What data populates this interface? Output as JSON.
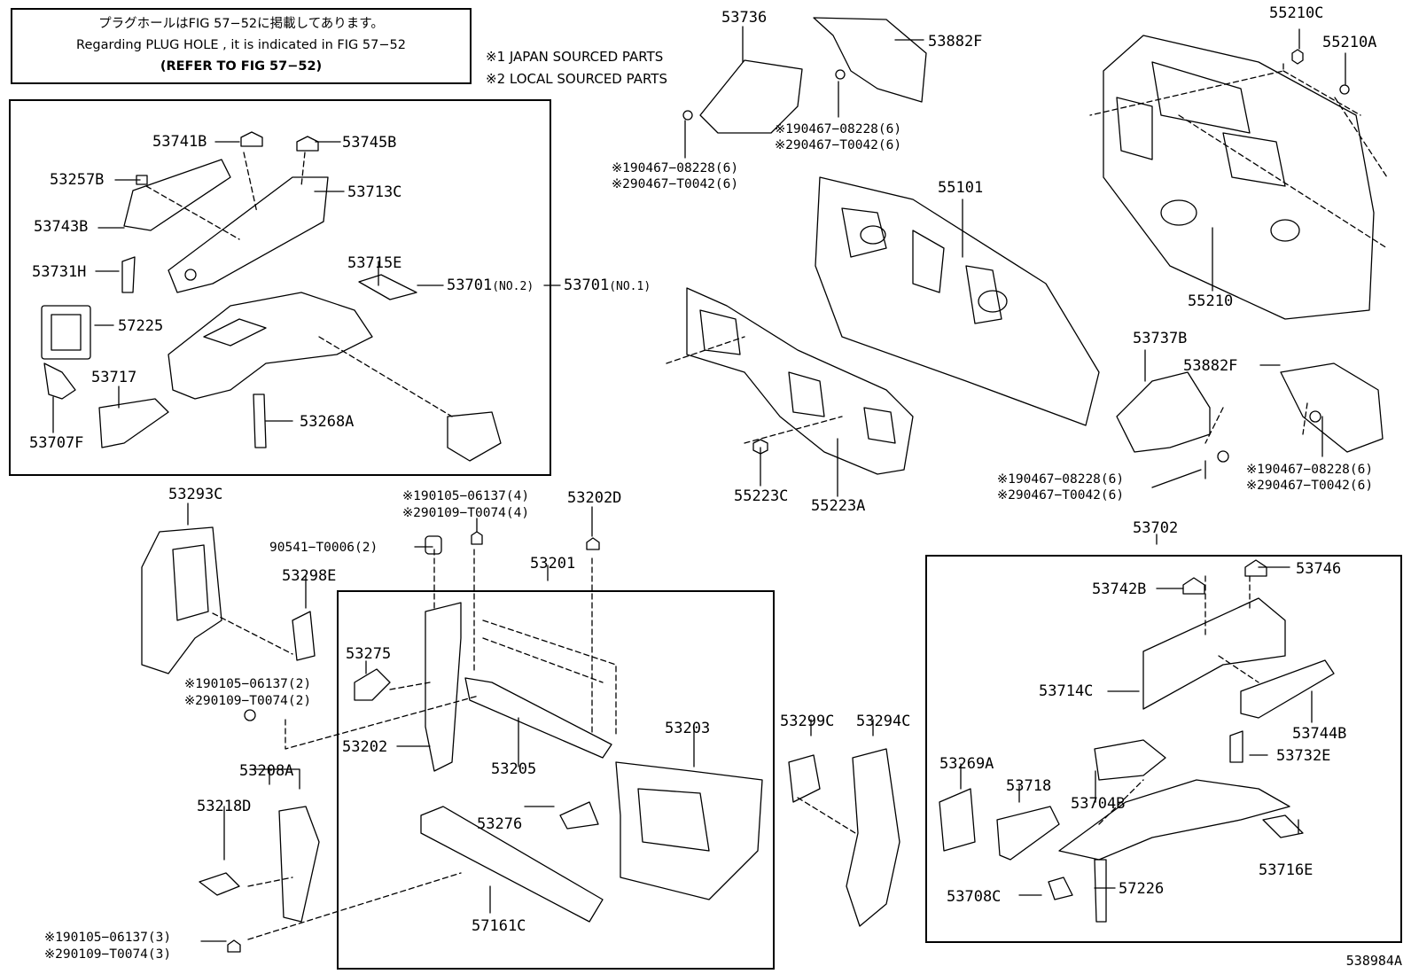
{
  "notes": {
    "line1": "プラグホールはFIG 57−52に掲載してあります。",
    "line2": "Regarding  PLUG  HOLE , it is indicated in FIG  57−52",
    "line3": "(REFER TO FIG 57−52)"
  },
  "legend": {
    "item1": "※1 JAPAN SOURCED PARTS",
    "item2": "※2 LOCAL SOURCED PARTS"
  },
  "labels": {
    "p53736": "53736",
    "p53882F_top": "53882F",
    "p55210C": "55210C",
    "p55210A": "55210A",
    "fast_top_mid_1": "※190467−08228(6)",
    "fast_top_mid_2": "※290467−T0042(6)",
    "fast_top_left_1": "※190467−08228(6)",
    "fast_top_left_2": "※290467−T0042(6)",
    "p55101": "55101",
    "p55210": "55210",
    "p53741B": "53741B",
    "p53745B": "53745B",
    "p53257B": "53257B",
    "p53713C": "53713C",
    "p53743B": "53743B",
    "p53715E": "53715E",
    "p53731H": "53731H",
    "p53701_no2": "53701",
    "p53701_no2_sub": "(NO.2)",
    "p53701_no1": "53701",
    "p53701_no1_sub": "(NO.1)",
    "p57225": "57225",
    "p53717": "53717",
    "p53268A": "53268A",
    "p53707F": "53707F",
    "p53737B": "53737B",
    "p53882F_right": "53882F",
    "p55223C": "55223C",
    "p55223A": "55223A",
    "fast_mid_right_1": "※190467−08228(6)",
    "fast_mid_right_2": "※290467−T0042(6)",
    "fast_far_right_1": "※190467−08228(6)",
    "fast_far_right_2": "※290467−T0042(6)",
    "p53293C": "53293C",
    "fast_center_1": "※190105−06137(4)",
    "fast_center_2": "※290109−T0074(4)",
    "p53202D": "53202D",
    "p90541": "90541−T0006(2)",
    "p53201": "53201",
    "p53702": "53702",
    "p53298E": "53298E",
    "p53275": "53275",
    "fast_left_mid_1": "※190105−06137(2)",
    "fast_left_mid_2": "※290109−T0074(2)",
    "p53742B": "53742B",
    "p53746": "53746",
    "p53714C": "53714C",
    "p53744B": "53744B",
    "p53202": "53202",
    "p53205": "53205",
    "p53203": "53203",
    "p53299C": "53299C",
    "p53294C": "53294C",
    "p53269A": "53269A",
    "p53718": "53718",
    "p53704B": "53704B",
    "p53732E": "53732E",
    "p53208A": "53208A",
    "p53218D": "53218D",
    "p53276": "53276",
    "p53716E": "53716E",
    "p53708C": "53708C",
    "p57226": "57226",
    "p57161C": "57161C",
    "fast_bottom_left_1": "※190105−06137(3)",
    "fast_bottom_left_2": "※290109−T0074(3)"
  },
  "figure_number": "538984A"
}
